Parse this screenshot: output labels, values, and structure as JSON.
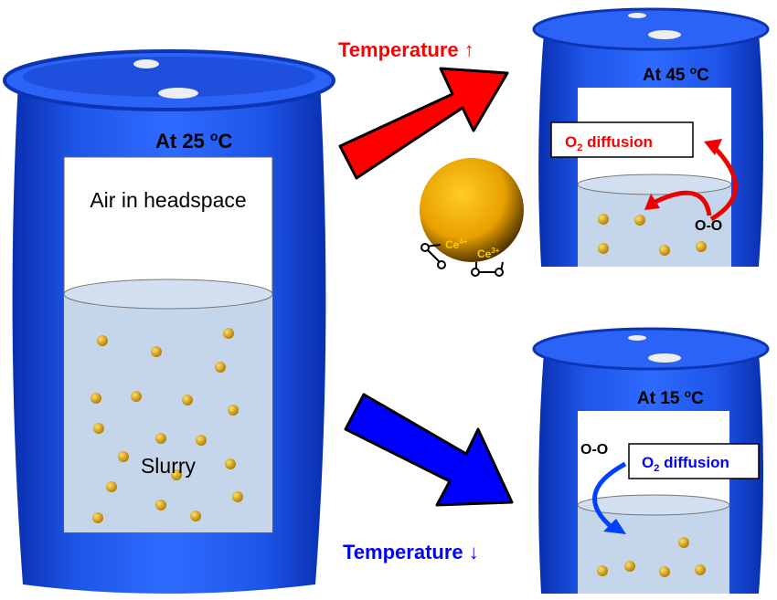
{
  "left_barrel": {
    "label_prefix": "At 25 ",
    "label_sup": "o",
    "label_suffix": "C",
    "headspace": "Air in headspace",
    "slurry": "Slurry"
  },
  "top_arrow": {
    "label": "Temperature ↑",
    "color": "#ff0000"
  },
  "bottom_arrow": {
    "label": "Temperature ↓",
    "color": "#0000ff"
  },
  "particle": {
    "ce4": "Ce",
    "ce4_sup": "4+",
    "ce3": "Ce",
    "ce3_sup": "3+",
    "color": "#f0b000"
  },
  "hot_barrel": {
    "label_prefix": "At 45 ",
    "label_sup": "o",
    "label_suffix": "C",
    "diffusion_o": "O",
    "diffusion_sub": "2",
    "diffusion_text": " diffusion",
    "oxygen": "O-O",
    "color": "#ff0000"
  },
  "cold_barrel": {
    "label_prefix": "At 15 ",
    "label_sup": "o",
    "label_suffix": "C",
    "diffusion_o": "O",
    "diffusion_sub": "2",
    "diffusion_text": " diffusion",
    "oxygen": "O-O",
    "color": "#0000ff"
  },
  "colors": {
    "barrel": "#1a4fe0",
    "slurry": "#c6d6ea",
    "ball": "#e8a800"
  }
}
